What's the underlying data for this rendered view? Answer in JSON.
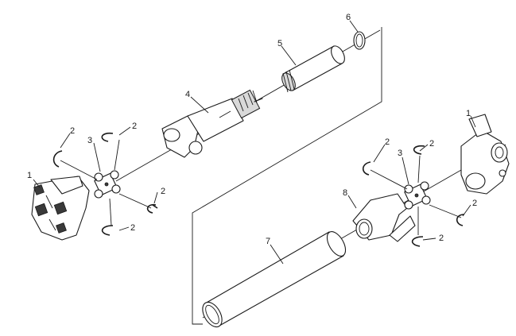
{
  "callouts": {
    "c1a": "1",
    "c1b": "1",
    "c2a": "2",
    "c2b": "2",
    "c2c": "2",
    "c2d": "2",
    "c2e": "2",
    "c2f": "2",
    "c2g": "2",
    "c2h": "2",
    "c3a": "3",
    "c3b": "3",
    "c4": "4",
    "c5": "5",
    "c6": "6",
    "c7": "7",
    "c8": "8"
  }
}
